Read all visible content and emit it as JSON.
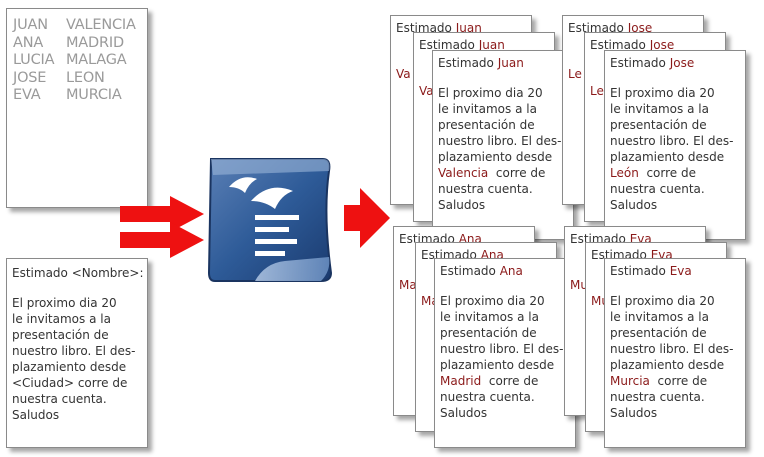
{
  "records": [
    {
      "name": "JUAN",
      "city": "VALENCIA"
    },
    {
      "name": "ANA",
      "city": "MADRID"
    },
    {
      "name": "LUCIA",
      "city": "MALAGA"
    },
    {
      "name": "JOSE",
      "city": "LEON"
    },
    {
      "name": "EVA",
      "city": "MURCIA"
    }
  ],
  "template": {
    "greeting": "Estimado <Nombre>:",
    "line1": "El proximo dia 20",
    "line2": "le invitamos a la",
    "line3": "presentación de",
    "line4": "nuestro libro. El des-",
    "line5": "plazamiento desde",
    "line6_field": "<Ciudad>",
    "line6_rest": " corre de",
    "line7": "nuestra cuenta.",
    "line8": "Saludos"
  },
  "letter_common": {
    "greeting_prefix": "Estimado",
    "line1": "El proximo dia 20",
    "line2": "le invitamos a la",
    "line3": "presentación de",
    "line4": "nuestro libro. El des-",
    "line5": "plazamiento desde",
    "line6_rest": "  corre de",
    "line7": "nuestra cuenta.",
    "line8": "Saludos"
  },
  "letters": [
    {
      "name": "Juan",
      "city": "Valencia"
    },
    {
      "name": "Jose",
      "city": "León"
    },
    {
      "name": "Ana",
      "city": "Madrid"
    },
    {
      "name": "Eva",
      "city": "Murcia"
    }
  ],
  "back_letters": {
    "juan_b2_city_fragment": "Va",
    "juan_b1_city_fragment": "Va",
    "jose_b2_city_fragment": "Le",
    "jose_b1_city_fragment": "Le",
    "ana_b2_city_fragment": "Ma",
    "ana_b1_city_fragment": "Ma",
    "eva_b2_city_fragment": "Mu",
    "eva_b1_city_fragment": "Mu"
  },
  "colors": {
    "arrow": "#ee1111",
    "field": "#8b1a1a",
    "data_text": "#9a9a9a"
  },
  "icon": "openoffice-writer-icon"
}
